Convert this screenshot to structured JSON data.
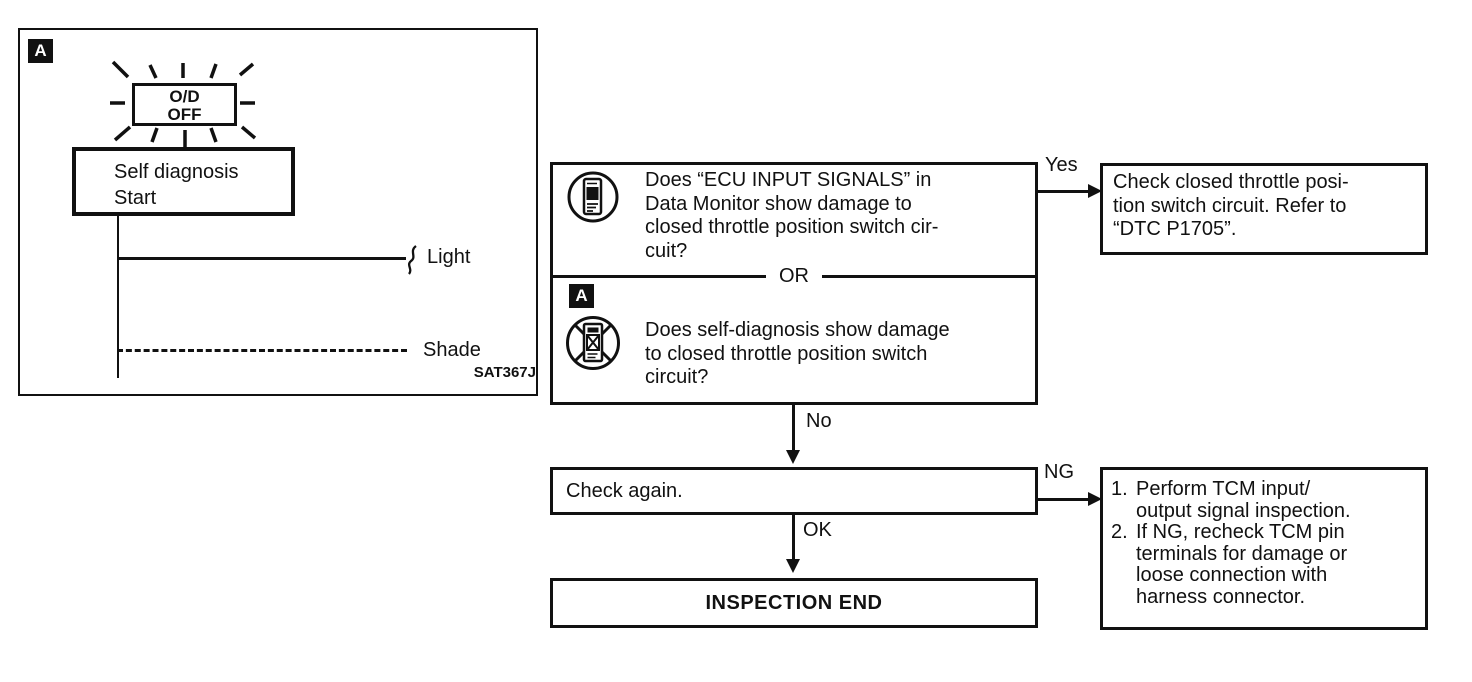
{
  "ink_color": "#111111",
  "paper_color": "#ffffff",
  "figure": {
    "marker": "A",
    "indicator_lamp": {
      "line1": "O/D",
      "line2": "OFF"
    },
    "start_box": "Self diagnosis\nStart",
    "light_label": "Light",
    "shade_label": "Shade",
    "code": "SAT367J"
  },
  "flowchart": {
    "decision_box": {
      "icons": {
        "with_consult": "consult-scan-tool-icon",
        "without_consult": "no-consult-crossed-icon"
      },
      "consult_question": "Does “ECU INPUT SIGNALS” in\nData Monitor show damage to\nclosed throttle position switch cir-\ncuit?",
      "or_label": "OR",
      "marker": "A",
      "no_consult_question": "Does self-diagnosis show damage\nto closed throttle position switch\ncircuit?"
    },
    "branch_labels": {
      "yes": "Yes",
      "no": "No",
      "ng": "NG",
      "ok": "OK"
    },
    "yes_result_box": "Check closed throttle posi-\ntion switch circuit. Refer to\n“DTC P1705”.",
    "check_again_box": "Check again.",
    "inspection_end_box": "INSPECTION END",
    "ng_result_box": {
      "items": [
        {
          "num": "1.",
          "text": "Perform TCM input/\noutput signal inspection."
        },
        {
          "num": "2.",
          "text": "If NG, recheck TCM pin\nterminals for damage or\nloose connection with\nharness connector."
        }
      ]
    }
  }
}
